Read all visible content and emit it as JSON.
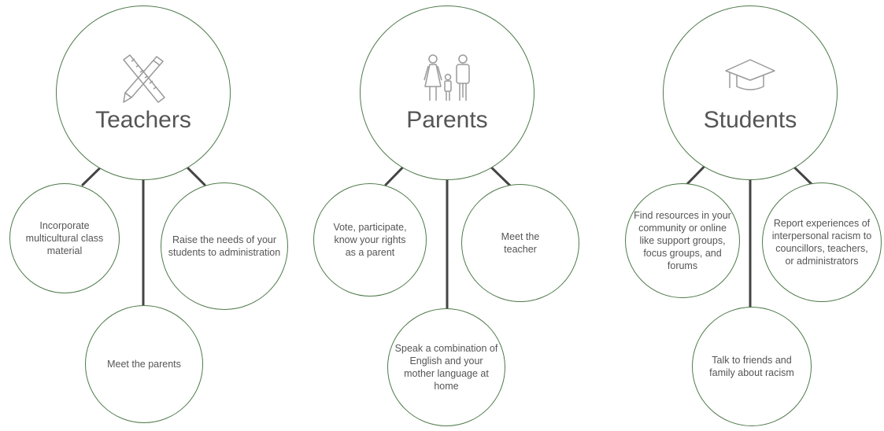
{
  "colors": {
    "outline": "#4e7a4a",
    "connector": "#444444",
    "text": "#555555",
    "icon": "#9a9a9a"
  },
  "columns": [
    {
      "id": "teachers",
      "title": "Teachers",
      "icon": "ruler-pencil-icon",
      "actions": [
        "Incorporate multicultural class material",
        "Meet the parents",
        "Raise the needs of your students to administration"
      ]
    },
    {
      "id": "parents",
      "title": "Parents",
      "icon": "family-icon",
      "actions": [
        "Vote, participate, know your rights as a parent",
        "Speak a combination of English and your mother language at home",
        "Meet the teacher"
      ]
    },
    {
      "id": "students",
      "title": "Students",
      "icon": "graduation-cap-icon",
      "actions": [
        "Find resources in your community or online like support groups, focus groups, and forums",
        "Talk to friends and family about racism",
        "Report experiences of interpersonal racism to councillors, teachers, or administrators"
      ]
    }
  ]
}
